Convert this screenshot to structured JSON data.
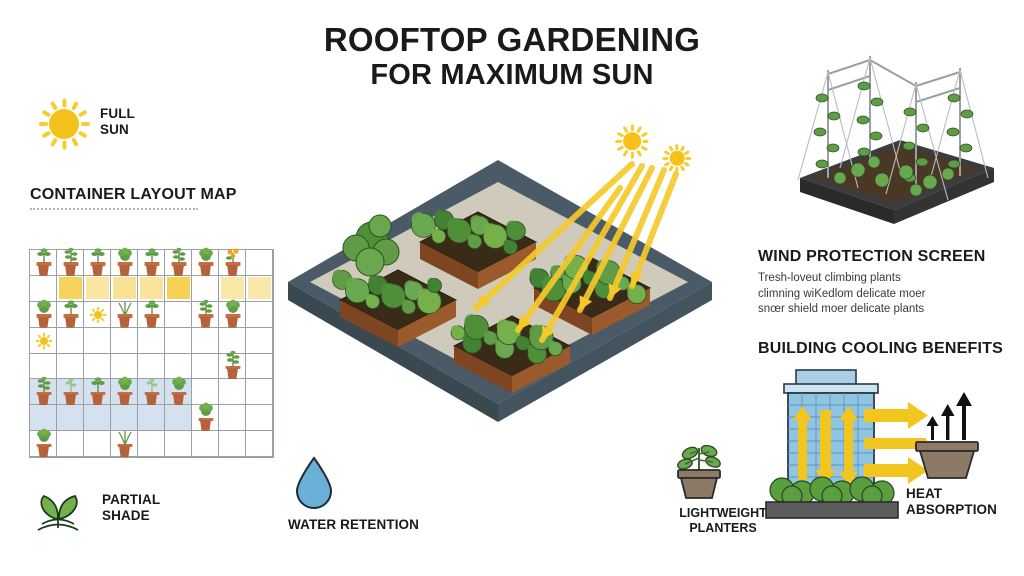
{
  "title": {
    "line1": "ROOFTOP GARDENING",
    "line2": "FOR MAXIMUM SUN"
  },
  "legend": {
    "full_sun": {
      "line1": "FULL",
      "line2": "SUN",
      "icon": "sun-icon",
      "color": "#f5c21b"
    },
    "partial_shade": {
      "line1": "PARTIAL",
      "line2": "SHADE",
      "icon": "leaf-sprout-icon",
      "color": "#6aa84f"
    }
  },
  "container_map": {
    "heading": "CONTAINER LAYOUT MAP",
    "columns": 9,
    "rows": 8,
    "shade_color": "#cfdced",
    "sun_cell_color": "#f7d154",
    "grid_line_color": "#9aa0a6"
  },
  "bottom_labels": {
    "water_retention": {
      "line1": "WATER RETENTION",
      "icon": "water-drop-icon",
      "color": "#6aafd6"
    },
    "lightweight_planters": {
      "line1": "LIGHTWEIGHT",
      "line2": "PLANTERS",
      "icon": "potted-plant-icon",
      "color": "#8c7a66"
    }
  },
  "wind_protection": {
    "heading": "WIND PROTECTION SCREEN",
    "body_line1": "Tresh-loveut climbing plants",
    "body_line2": "climning wiKedlom delicate moer",
    "body_line3": "snœr shield moer delicate plants"
  },
  "building_cooling": {
    "heading": "BUILDING COOLING BENEFITS",
    "heat_absorption_label": "HEAT ABSORPTION",
    "building_color": "#8fc4e2",
    "arrow_color": "#f3c51f",
    "shrub_color": "#5a9e3f"
  },
  "scene": {
    "name": "rooftop-isometric-scene",
    "parapet_color": "#4a5a66",
    "gravel_color": "#cfcabb",
    "bed_color": "#9a5a2c",
    "soil_color": "#3a2a18",
    "sun_ray_color": "#f6c92b",
    "sun_count": 2,
    "bed_count": 4
  }
}
